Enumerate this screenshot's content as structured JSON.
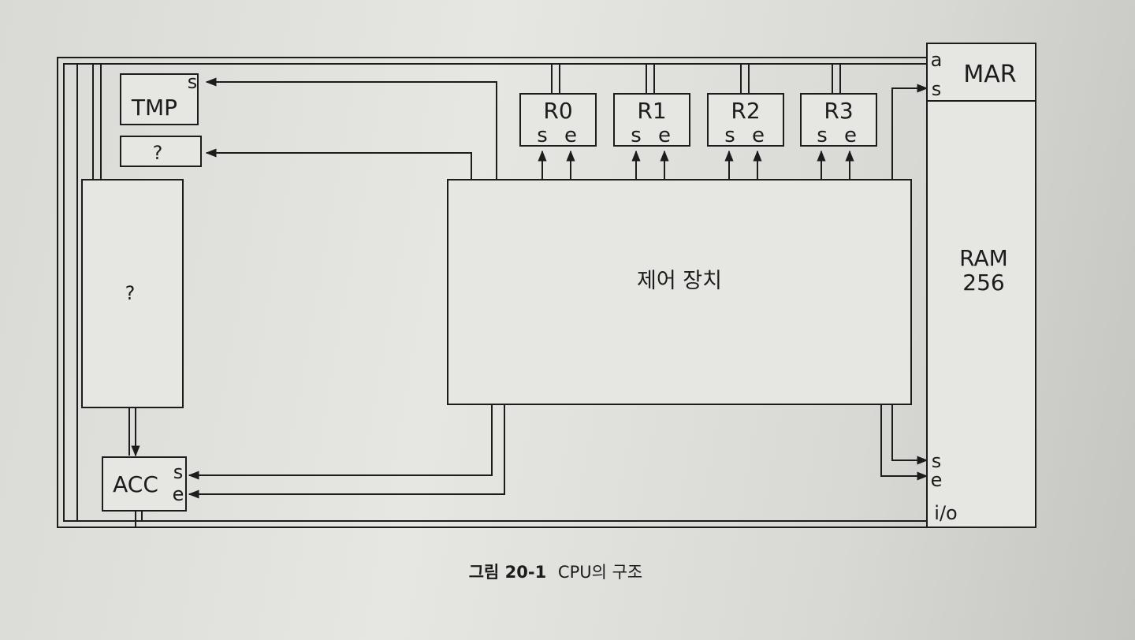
{
  "figure": {
    "registers": [
      {
        "name": "R0",
        "s": "s",
        "e": "e"
      },
      {
        "name": "R1",
        "s": "s",
        "e": "e"
      },
      {
        "name": "R2",
        "s": "s",
        "e": "e"
      },
      {
        "name": "R3",
        "s": "s",
        "e": "e"
      }
    ],
    "tmp": {
      "label": "TMP",
      "s": "s"
    },
    "bus1": {
      "label": "?"
    },
    "alu": {
      "label": "?"
    },
    "acc": {
      "label": "ACC",
      "s": "s",
      "e": "e"
    },
    "control_unit": {
      "label": "제어 장치"
    },
    "mar": {
      "label": "MAR",
      "a": "a",
      "s": "s"
    },
    "ram": {
      "label_line1": "RAM",
      "label_line2": "256",
      "s": "s",
      "e": "e",
      "io": "i/o"
    }
  },
  "caption": {
    "number": "그림 20-1",
    "title": "CPU의 구조"
  },
  "colors": {
    "ink": "#1c1c1c",
    "box_fill": "#e6e6e2"
  }
}
